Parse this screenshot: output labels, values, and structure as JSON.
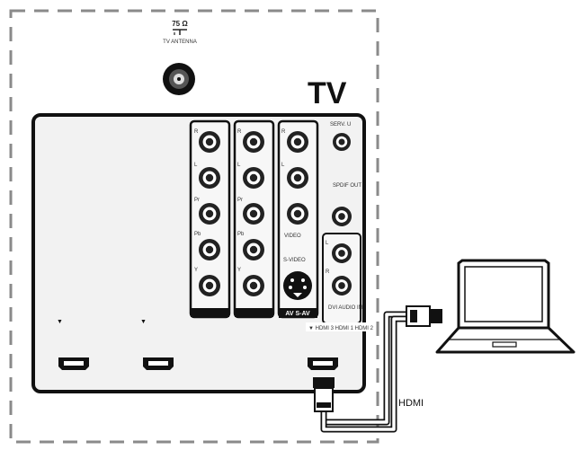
{
  "tv_label": "TV",
  "antenna": {
    "ohm": "75 Ω",
    "label": "TV ANTENNA"
  },
  "component_groups": [
    {
      "labels": [
        "R",
        "L",
        "Pr",
        "Pb",
        "Y"
      ]
    },
    {
      "labels": [
        "R",
        "L",
        "Pr",
        "Pb",
        "Y"
      ]
    }
  ],
  "av_group": {
    "labels": [
      "R",
      "L",
      "VIDEO",
      "S-VIDEO"
    ],
    "footer": "AV S-AV"
  },
  "side_labels": {
    "service": "SERV. U",
    "spdif": "SPDIF OUT",
    "r": "R",
    "l": "L",
    "dvi_audio": "DVI AUDIO IN"
  },
  "hdmi_port_labels": "HDMI 3  HDMI 1  HDMI 2",
  "cable_label": "HDMI",
  "colors": {
    "line": "#111111",
    "panel": "#f2f2f2",
    "dash": "#8a8a8a"
  }
}
